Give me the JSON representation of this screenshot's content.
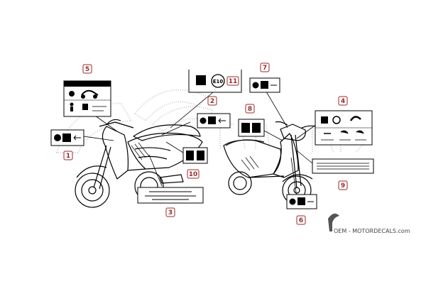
{
  "colors": {
    "callout_border": "#9a2a2a",
    "callout_text": "#9a2a2a",
    "line": "#000000",
    "watermark": "#c8c8c8"
  },
  "icons": [
    "book-icon",
    "house-warning-icon",
    "arrow-icon",
    "fuel-icon",
    "motorcycle-icon",
    "person-icon",
    "helmet-icon"
  ],
  "callouts": [
    {
      "id": "c1",
      "label": "1"
    },
    {
      "id": "c2",
      "label": "2"
    },
    {
      "id": "c3",
      "label": "3"
    },
    {
      "id": "c4",
      "label": "4"
    },
    {
      "id": "c5",
      "label": "5"
    },
    {
      "id": "c6",
      "label": "6"
    },
    {
      "id": "c7",
      "label": "7"
    },
    {
      "id": "c8",
      "label": "8"
    },
    {
      "id": "c9",
      "label": "9"
    },
    {
      "id": "c10",
      "label": "10"
    },
    {
      "id": "c11",
      "label": "11"
    }
  ],
  "fuel_label": {
    "text": "E10"
  },
  "watermark": {
    "brand": "OEM - MOTORDECALS.com"
  }
}
